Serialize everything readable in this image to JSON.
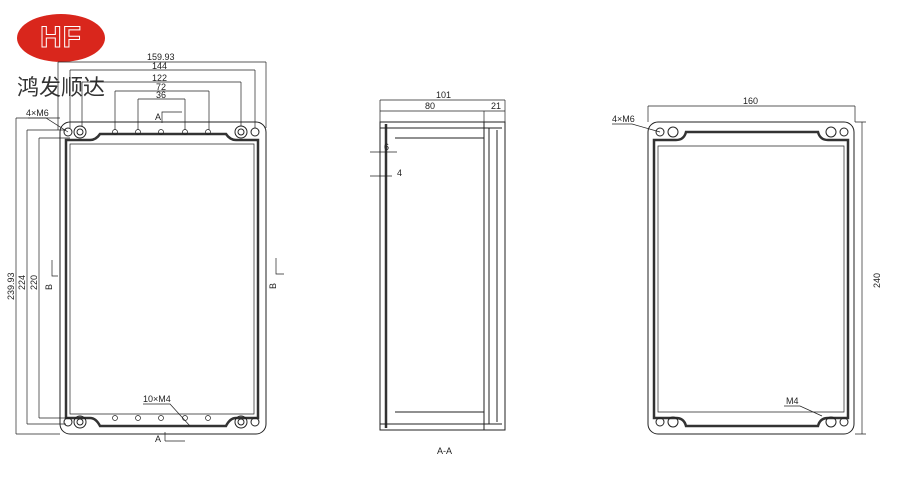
{
  "logo": {
    "text": "HF",
    "color": "#d9261c"
  },
  "brand": "鸿发顺达",
  "front_view": {
    "widths": [
      "159.93",
      "144",
      "122",
      "72",
      "36"
    ],
    "heights": [
      "239.93",
      "224",
      "220"
    ],
    "hole_note": "4×M6",
    "bottom_note": "10×M4",
    "section_label": "A",
    "side_section_label": "B"
  },
  "side_view": {
    "depth": "101",
    "body": "80",
    "lid": "21",
    "wall_a": "6",
    "wall_b": "4",
    "caption": "A-A"
  },
  "back_view": {
    "width": "160",
    "height": "240",
    "hole_note": "4×M6",
    "small_note": "M4"
  }
}
